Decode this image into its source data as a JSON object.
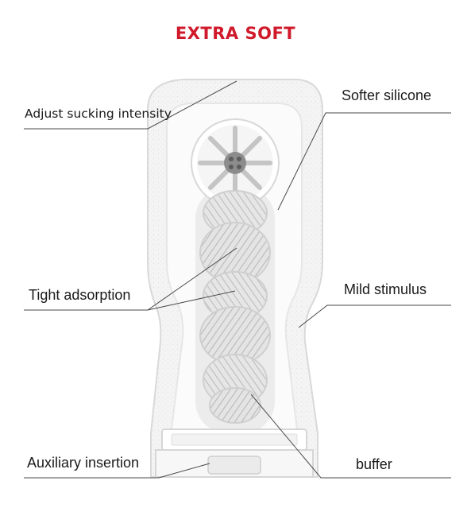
{
  "title": "EXTRA SOFT",
  "colors": {
    "title": "#d0192b",
    "leader": "#4a4a4a",
    "body": "#f6f6f6",
    "edge": "#dcdcdc",
    "bead": "#c8c8c8"
  },
  "labels": {
    "adjust_sucking_intensity": "Adjust sucking intensity",
    "softer_silicone": "Softer silicone",
    "tight_adsorption": "Tight adsorption",
    "mild_stimulus": "Mild stimulus",
    "auxiliary_insertion": "Auxiliary insertion",
    "buffer": "buffer"
  }
}
